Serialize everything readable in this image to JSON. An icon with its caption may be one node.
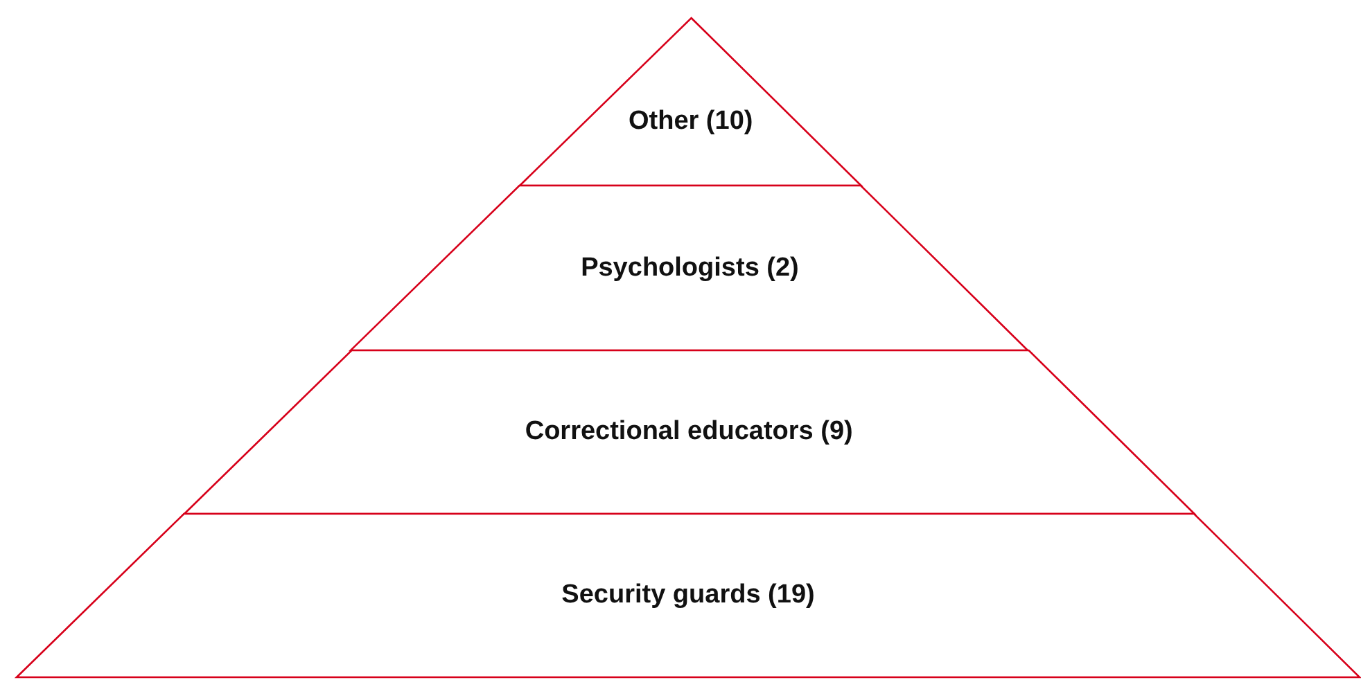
{
  "diagram": {
    "nodes": [
      {
        "text": [
          "Other (10)"
        ]
      },
      {
        "text": [
          "Psychologists (2)"
        ]
      },
      {
        "text": [
          "Correctional educators (9)"
        ]
      },
      {
        "text": [
          "Security guards (19)"
        ]
      }
    ]
  }
}
